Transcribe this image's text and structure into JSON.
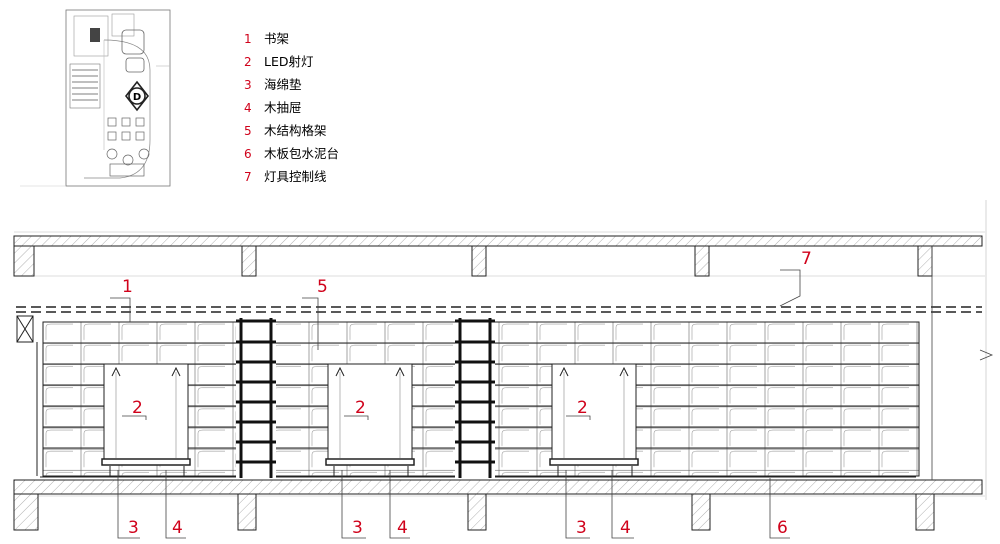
{
  "legend": [
    {
      "num": "1",
      "text": "书架"
    },
    {
      "num": "2",
      "text": "LED射灯"
    },
    {
      "num": "3",
      "text": "海绵垫"
    },
    {
      "num": "4",
      "text": "木抽屉"
    },
    {
      "num": "5",
      "text": "木结构格架"
    },
    {
      "num": "6",
      "text": "木板包水泥台"
    },
    {
      "num": "7",
      "text": "灯具控制线"
    }
  ],
  "callouts": {
    "c1": "1",
    "c5": "5",
    "c7": "7",
    "c2a": "2",
    "c2b": "2",
    "c2c": "2",
    "c3a": "3",
    "c4a": "4",
    "c3b": "3",
    "c4b": "4",
    "c3c": "3",
    "c4c": "4",
    "c6": "6"
  },
  "keyplan": {
    "marker": "D"
  },
  "colors": {
    "line": "#222222",
    "callout": "#d0021b",
    "hatch": "#9a9a9a"
  }
}
